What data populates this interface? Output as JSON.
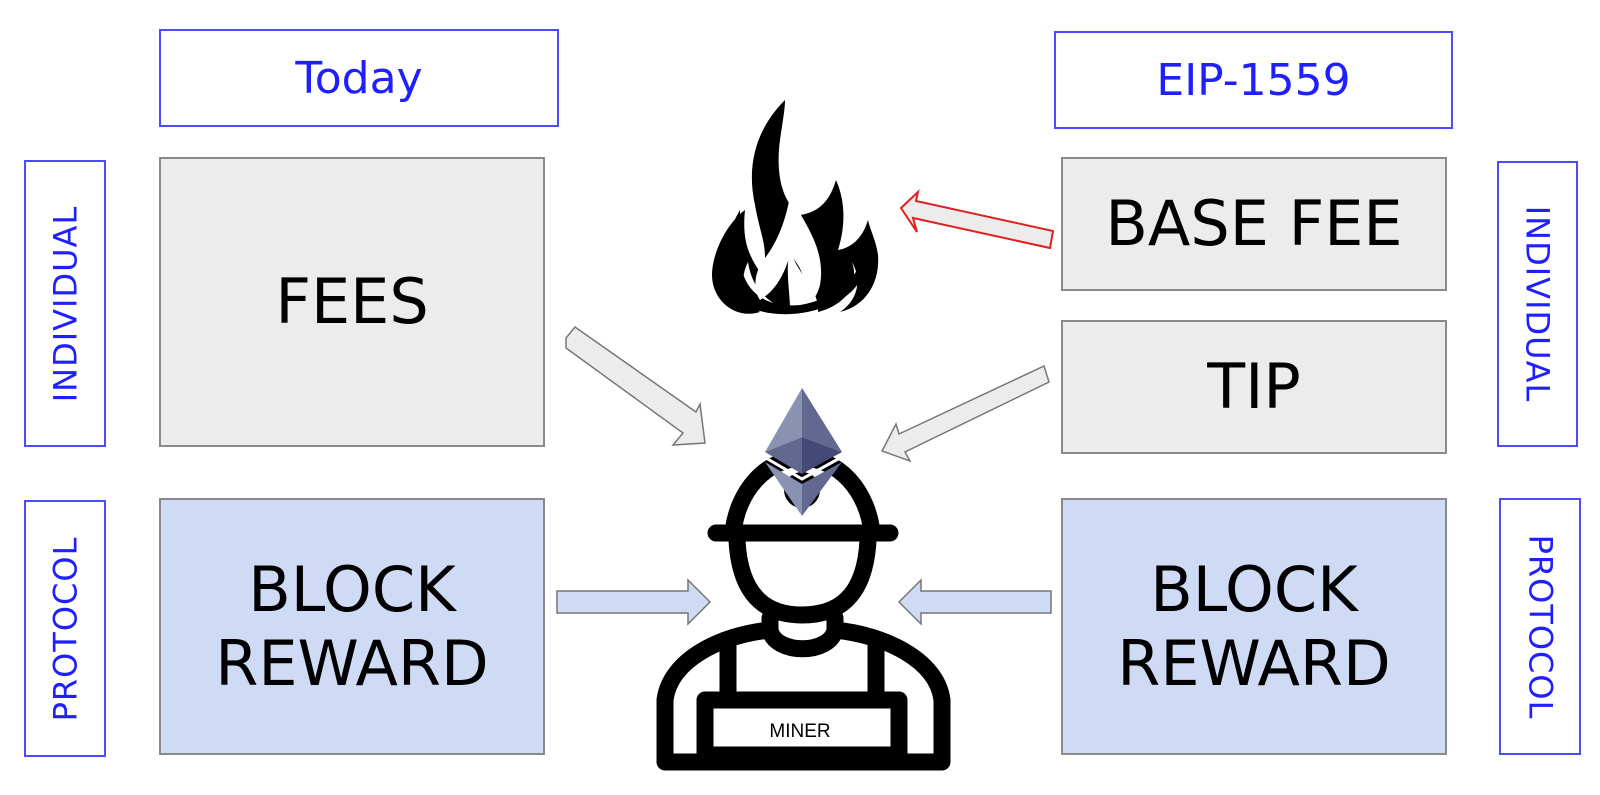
{
  "columns": {
    "left": {
      "header": "Today"
    },
    "right": {
      "header": "EIP-1559"
    }
  },
  "row_labels": {
    "individual": "INDIVIDUAL",
    "protocol": "PROTOCOL"
  },
  "boxes": {
    "fees": "FEES",
    "base_fee": "BASE FEE",
    "tip": "TIP",
    "block_reward_line1": "BLOCK",
    "block_reward_line2": "REWARD"
  },
  "miner": {
    "label": "MINER"
  },
  "colors": {
    "label_blue": "#1f1fff",
    "box_gray": "#ececec",
    "box_blue": "#cfdbf5",
    "burn_arrow": "#e02020",
    "eth_logo": "#8a92b2"
  },
  "icons": [
    "flame-icon",
    "ethereum-logo-icon",
    "miner-icon"
  ]
}
